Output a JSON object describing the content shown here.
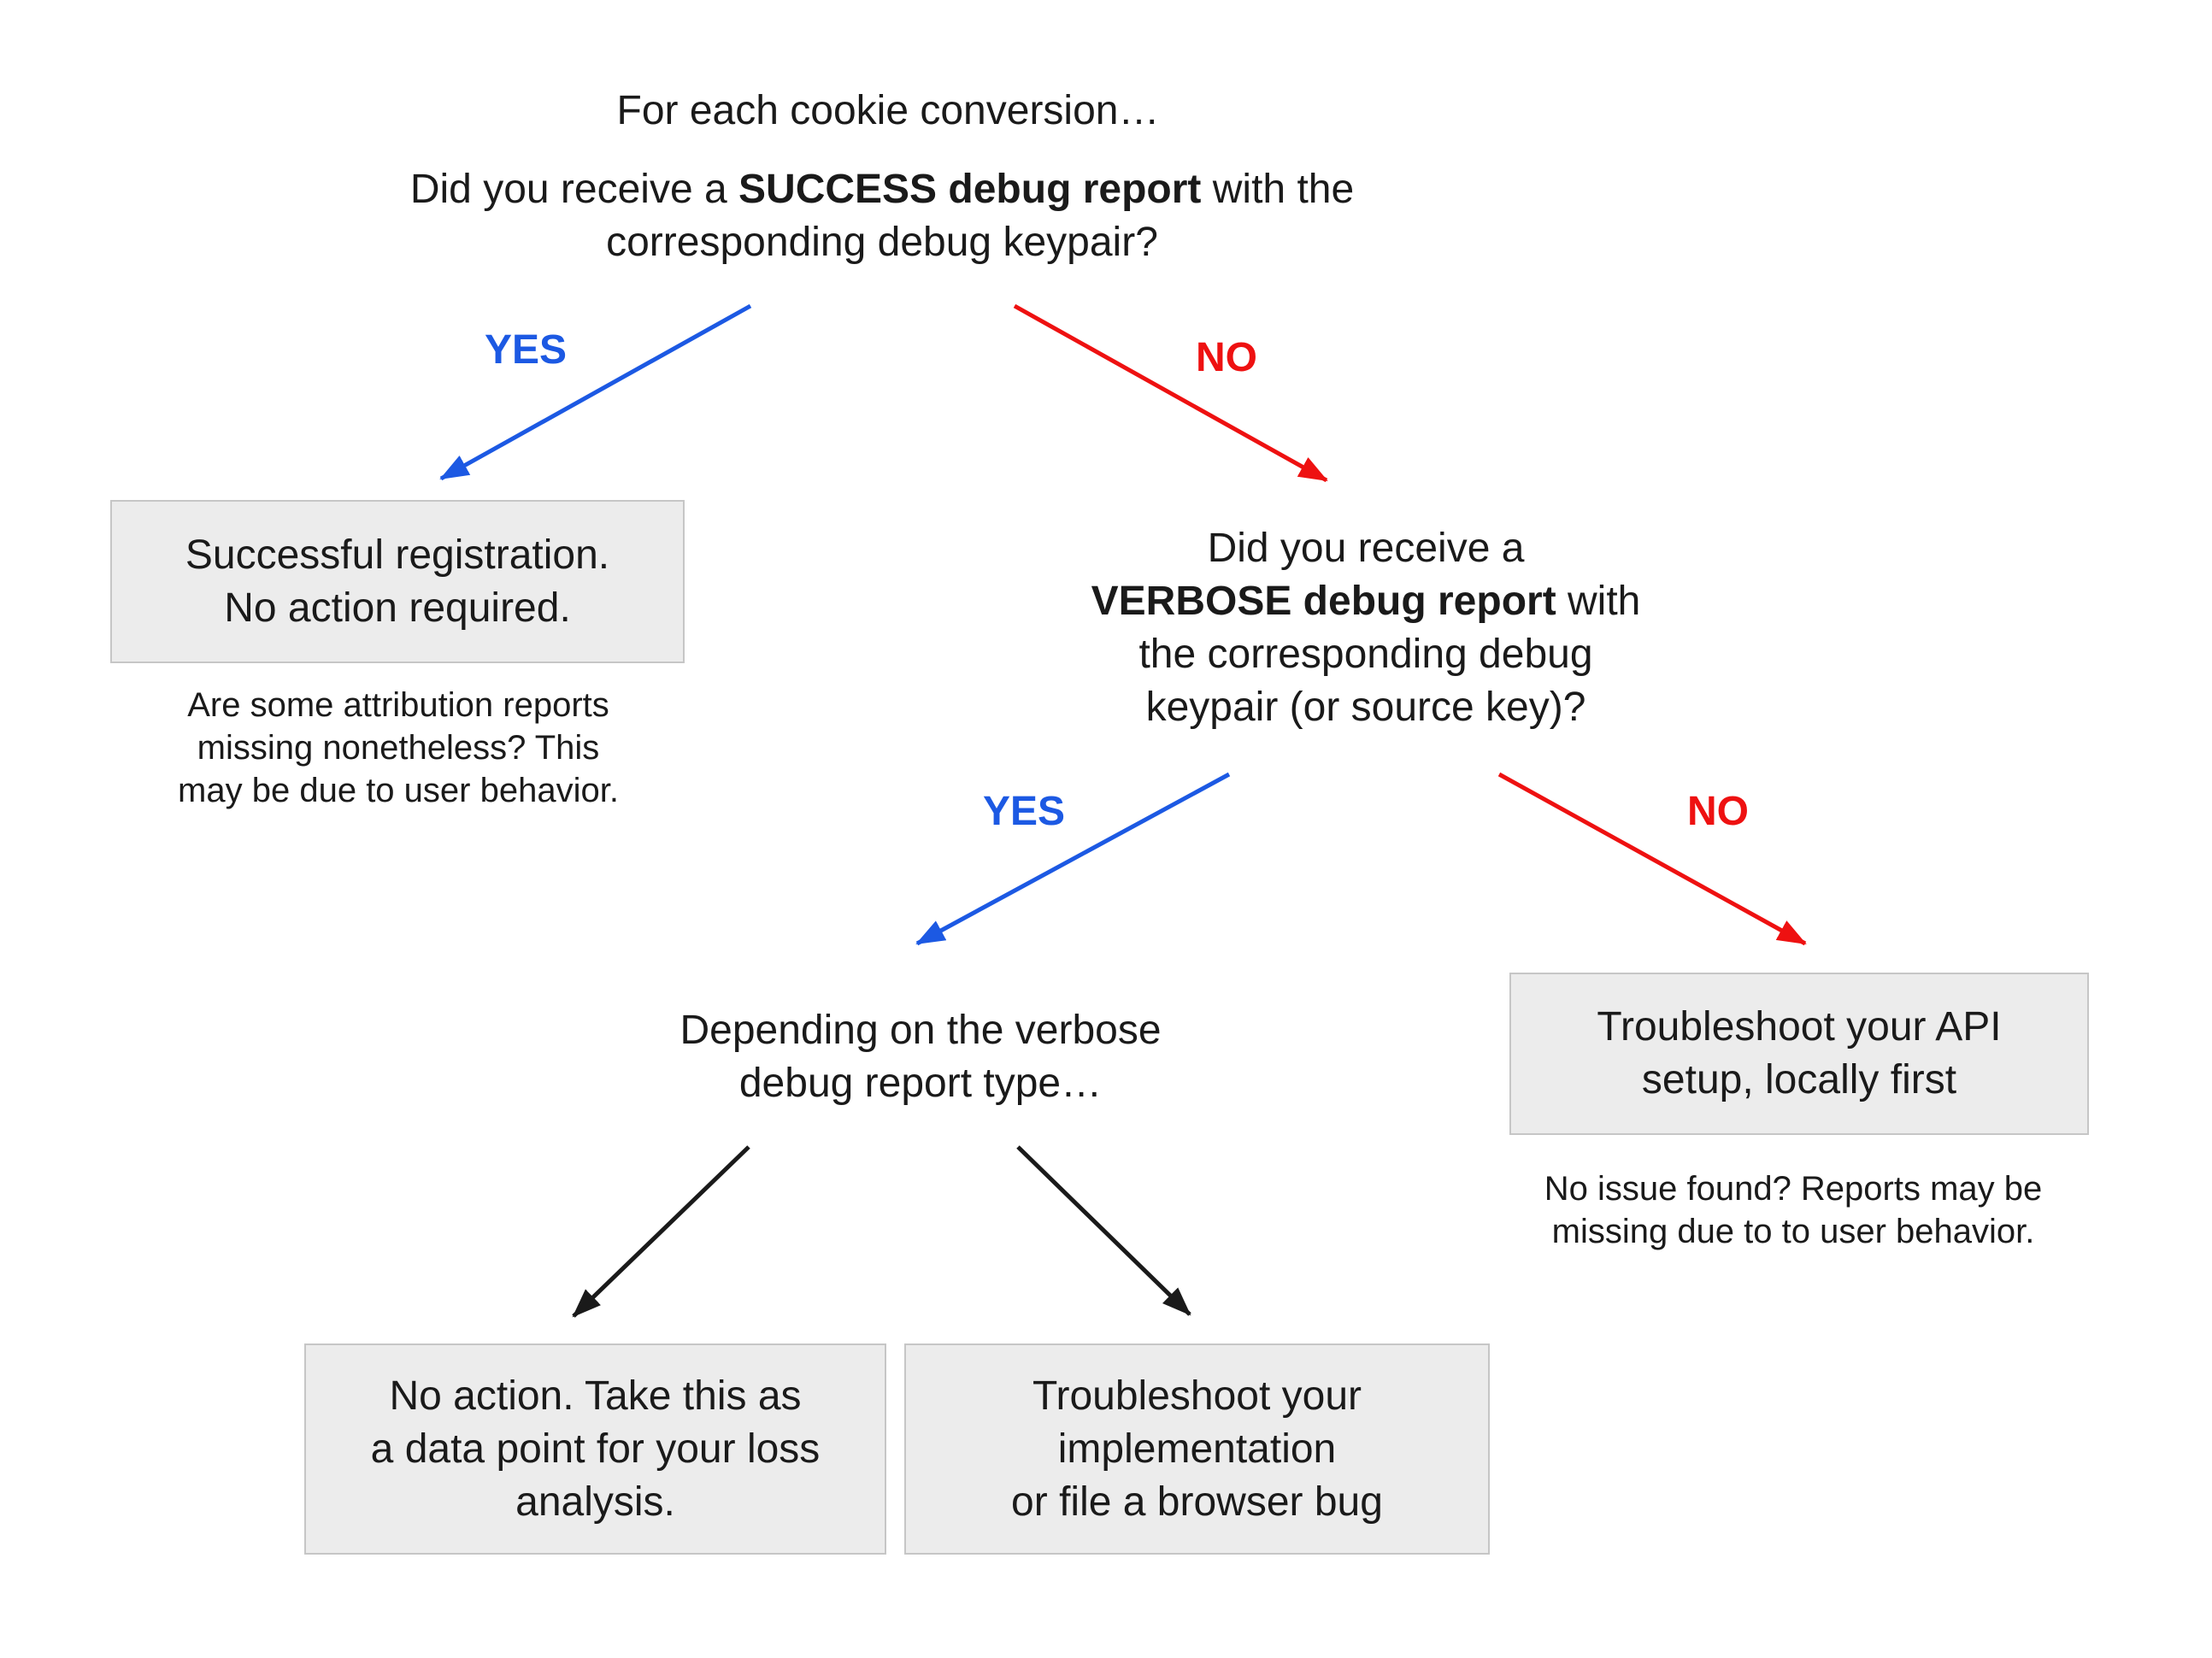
{
  "colors": {
    "yes_arrow": "#1c59e3",
    "no_arrow": "#ee1111",
    "neutral_arrow": "#1a1a1a",
    "box_fill": "#ececec",
    "box_border": "#c6c6c6",
    "text": "#1a1a1a"
  },
  "labels": {
    "yes": "YES",
    "no": "NO"
  },
  "intro": {
    "line1": "For each cookie conversion…"
  },
  "q_success": {
    "pre": "Did you receive a ",
    "bold": "SUCCESS debug report",
    "post": " with the",
    "line2": "corresponding debug keypair?"
  },
  "box_success": {
    "line1": "Successful registration.",
    "line2": "No action required."
  },
  "note_success": {
    "line1": "Are some attribution reports",
    "line2": "missing nonetheless? This",
    "line3": "may be due to user behavior."
  },
  "q_verbose": {
    "line1": "Did you receive a",
    "line2_bold": "VERBOSE debug report",
    "line2_post": " with",
    "line3": "the corresponding debug",
    "line4": "keypair (or source key)?"
  },
  "depending": {
    "line1": "Depending on the verbose",
    "line2": "debug report type…"
  },
  "box_api": {
    "line1": "Troubleshoot your API",
    "line2": "setup, locally first"
  },
  "note_api": {
    "line1": "No issue found? Reports may be",
    "line2": "missing due to to user behavior."
  },
  "box_no_action": {
    "line1": "No action. Take this as",
    "line2": "a data point for your loss",
    "line3": "analysis."
  },
  "box_impl": {
    "line1": "Troubleshoot your",
    "line2": "implementation",
    "line3": "or file a browser bug"
  }
}
